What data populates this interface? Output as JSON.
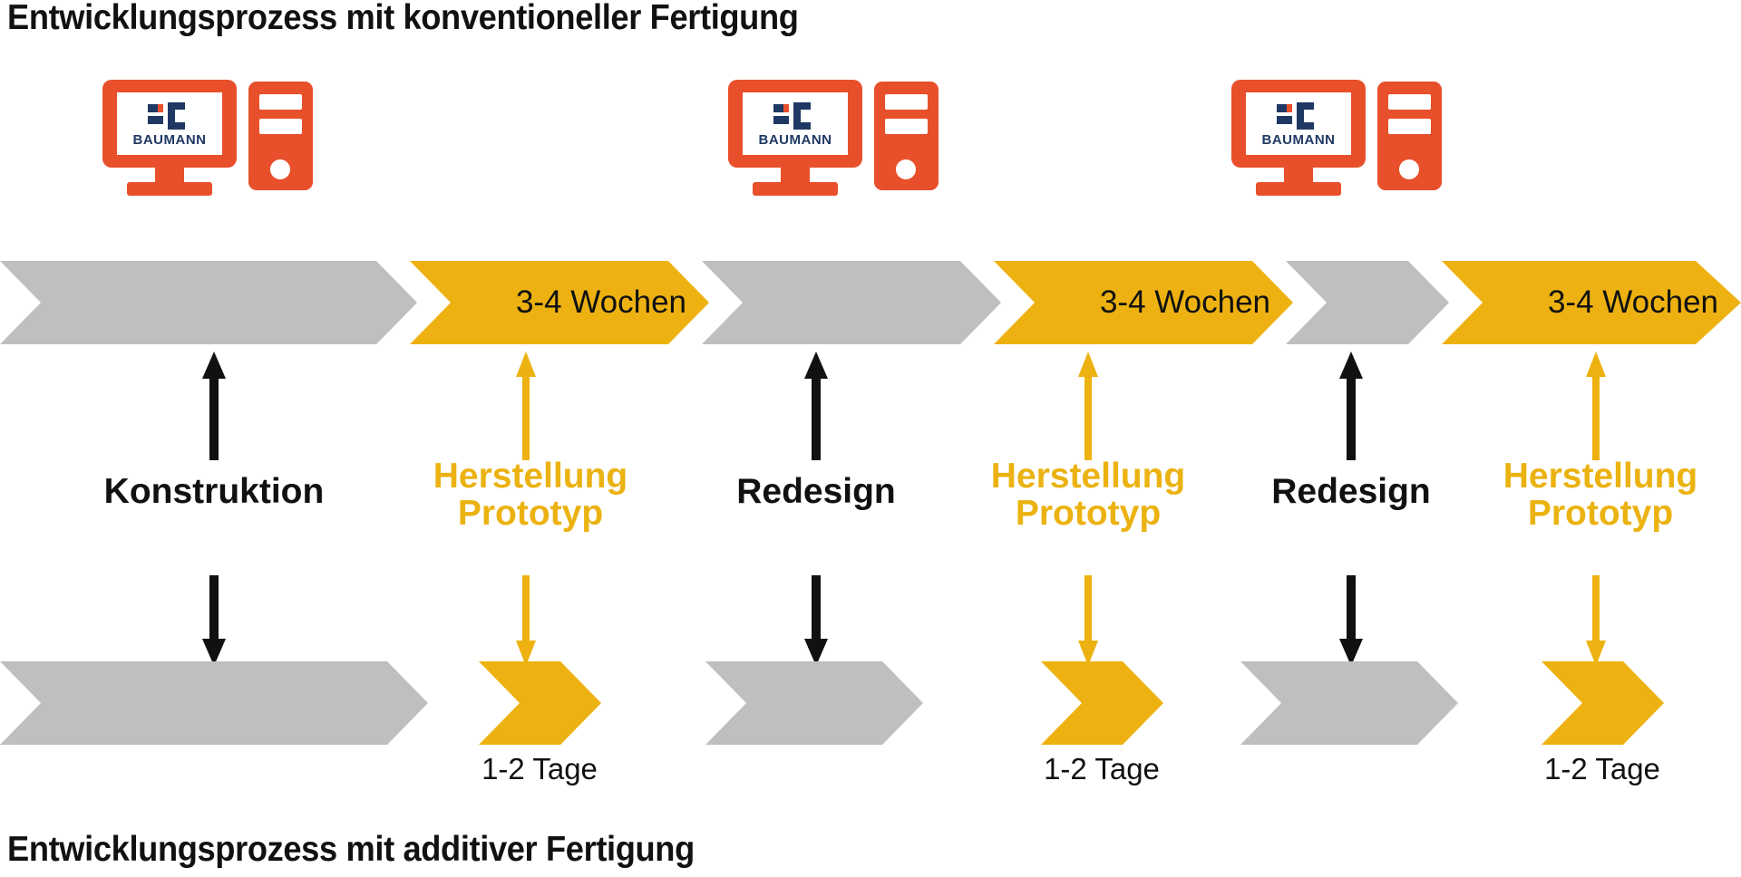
{
  "titles": {
    "top": "Entwicklungsprozess mit konventioneller Fertigung",
    "bottom": "Entwicklungsprozess mit additiver Fertigung"
  },
  "colors": {
    "gray": "#BFBFBF",
    "gold": "#EDB211",
    "orange": "#E8502B",
    "navy": "#1F3864",
    "black": "#111111",
    "white": "#FFFFFF"
  },
  "computers": [
    {
      "logo_text": "BAUMANN",
      "icon": "desktop-computer-icon"
    },
    {
      "logo_text": "BAUMANN",
      "icon": "desktop-computer-icon"
    },
    {
      "logo_text": "BAUMANN",
      "icon": "desktop-computer-icon"
    }
  ],
  "top_band": {
    "name": "conventional-process-band",
    "segments": [
      {
        "id": "konstruktion",
        "color": "gray",
        "label": ""
      },
      {
        "id": "herstellung-1",
        "color": "gold",
        "label": "3-4 Wochen"
      },
      {
        "id": "redesign-1",
        "color": "gray",
        "label": ""
      },
      {
        "id": "herstellung-2",
        "color": "gold",
        "label": "3-4 Wochen"
      },
      {
        "id": "redesign-2",
        "color": "gray",
        "label": ""
      },
      {
        "id": "herstellung-3",
        "color": "gold",
        "label": "3-4 Wochen"
      }
    ]
  },
  "bottom_band": {
    "name": "additive-process-band",
    "segments": [
      {
        "id": "konstruktion",
        "color": "gray",
        "label": ""
      },
      {
        "id": "prototyp-1",
        "color": "gold",
        "label": "1-2 Tage"
      },
      {
        "id": "redesign-1",
        "color": "gray",
        "label": ""
      },
      {
        "id": "prototyp-2",
        "color": "gold",
        "label": "1-2 Tage"
      },
      {
        "id": "redesign-2",
        "color": "gray",
        "label": ""
      },
      {
        "id": "prototyp-3",
        "color": "gold",
        "label": "1-2 Tage"
      }
    ]
  },
  "phases": [
    {
      "id": "konstruktion",
      "label": "Konstruktion",
      "style": "black"
    },
    {
      "id": "herstellung-1",
      "label": "Herstellung\nPrototyp",
      "style": "gold"
    },
    {
      "id": "redesign-1",
      "label": "Redesign",
      "style": "black"
    },
    {
      "id": "herstellung-2",
      "label": "Herstellung\nPrototyp",
      "style": "gold"
    },
    {
      "id": "redesign-2",
      "label": "Redesign",
      "style": "black"
    },
    {
      "id": "herstellung-3",
      "label": "Herstellung\nPrototyp",
      "style": "gold"
    }
  ],
  "durations": {
    "conventional": "3-4 Wochen",
    "additive": "1-2 Tage"
  }
}
